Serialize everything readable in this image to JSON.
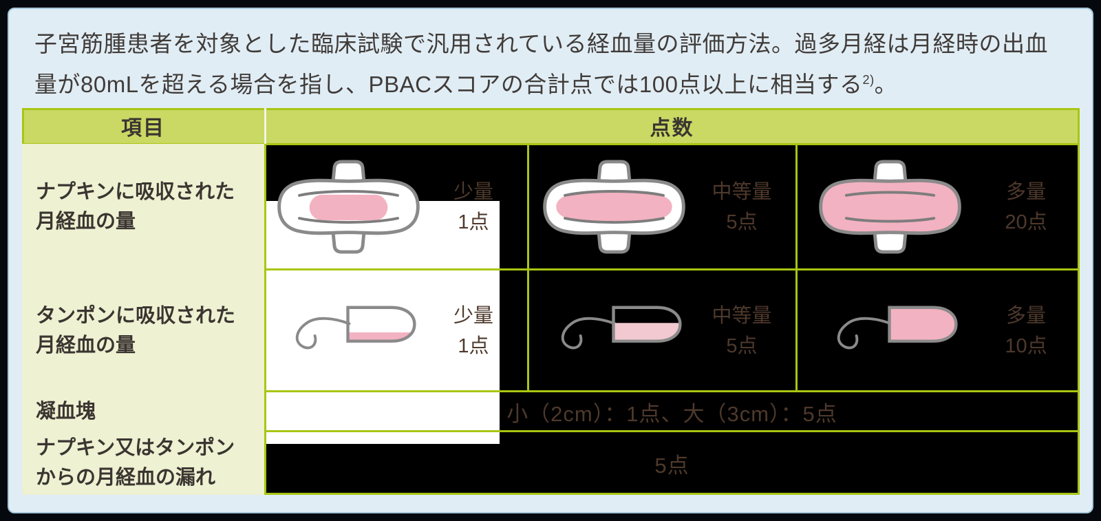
{
  "colors": {
    "frame": "#05090e",
    "panel_background": "#e1edf5",
    "panel_edge": "#a3c8da",
    "grid_green": "#a8c613",
    "header_green": "#c9d964",
    "label_green": "#eef1d2",
    "cell_black": "#000000",
    "white_backdrop": "#ffffff",
    "blood_pink": "#f3b2c1",
    "blood_pink_light": "#f2c9d1",
    "outline_gray": "#8a8a8a",
    "text_dark": "#3b3531",
    "text_brown": "#4e392c"
  },
  "intro": {
    "line1": "子宮筋腫患者を対象とした臨床試験で汎用されている経血量の評価方法。過多月経は月経時の出血",
    "line2": "量が80mLを超える場合を指し、PBACスコアの合計点では100点以上に相当する",
    "reference_sup": "2)",
    "line2_end": "。"
  },
  "table": {
    "header": {
      "item": "項目",
      "score": "点数"
    },
    "rows": {
      "napkin": {
        "label": "ナプキンに吸収された\n月経血の量",
        "cells": [
          {
            "amount": "少量",
            "points": "1点"
          },
          {
            "amount": "中等量",
            "points": "5点"
          },
          {
            "amount": "多量",
            "points": "20点"
          }
        ]
      },
      "tampon": {
        "label": "タンポンに吸収された\n月経血の量",
        "cells": [
          {
            "amount": "少量",
            "points": "1点"
          },
          {
            "amount": "中等量",
            "points": "5点"
          },
          {
            "amount": "多量",
            "points": "10点"
          }
        ]
      },
      "clot": {
        "label": "凝血塊",
        "score_text": "小（2cm）：1点、大（3cm）：5点"
      },
      "leak": {
        "label": "ナプキン又はタンポン\nからの月経血の漏れ",
        "score_text": "5点"
      }
    }
  }
}
